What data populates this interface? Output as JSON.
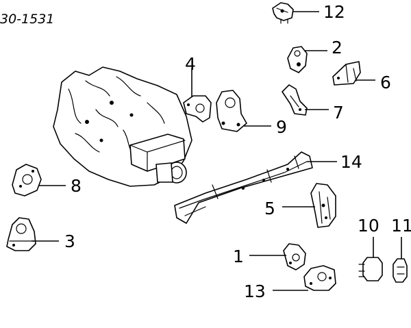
{
  "diagram_code": "30-1531",
  "callouts": {
    "c1": "1",
    "c2": "2",
    "c3": "3",
    "c4": "4",
    "c5": "5",
    "c6": "6",
    "c7": "7",
    "c8": "8",
    "c9": "9",
    "c10": "10",
    "c11": "11",
    "c12": "12",
    "c13": "13",
    "c14": "14"
  },
  "colors": {
    "ink": "#000000",
    "paper": "#ffffff"
  }
}
